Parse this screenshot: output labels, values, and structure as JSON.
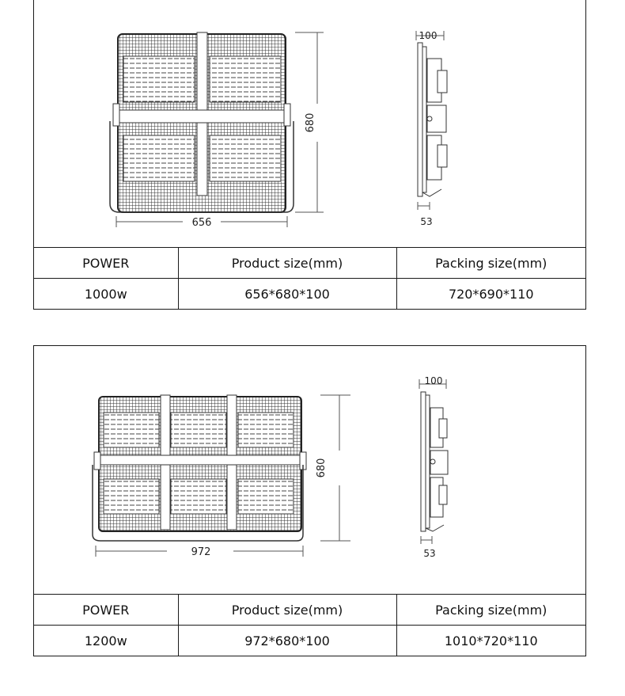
{
  "panels": [
    {
      "dims": {
        "width": "656",
        "height": "680",
        "depth": "100",
        "bracket": "53"
      },
      "table": {
        "headers": [
          "POWER",
          "Product  size(mm)",
          "Packing  size(mm)"
        ],
        "row": [
          "1000w",
          "656*680*100",
          "720*690*110"
        ]
      }
    },
    {
      "dims": {
        "width": "972",
        "height": "680",
        "depth": "100",
        "bracket": "53"
      },
      "table": {
        "headers": [
          "POWER",
          "Product  size(mm)",
          "Packing  size(mm)"
        ],
        "row": [
          "1200w",
          "972*680*100",
          "1010*720*110"
        ]
      }
    }
  ]
}
